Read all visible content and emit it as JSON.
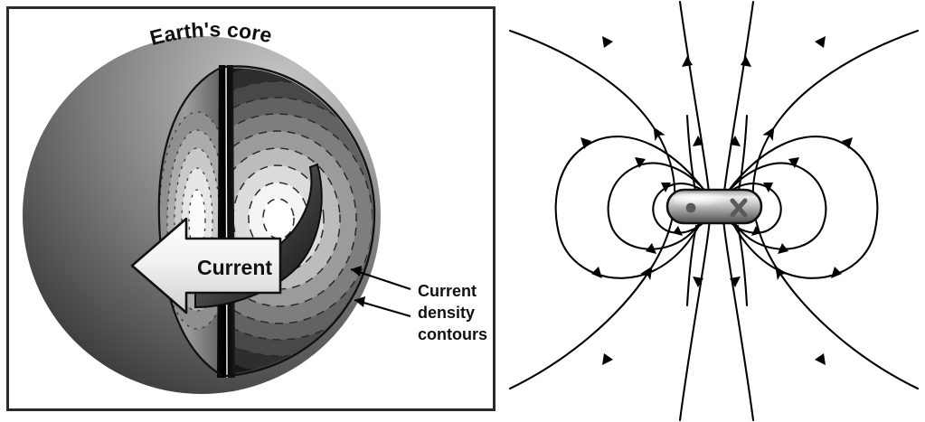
{
  "figure": {
    "panels": [
      {
        "id": "earth-core-current",
        "position": "left",
        "title": "Earth's core",
        "labels": [
          {
            "id": "current-arrow-label",
            "text": "Current"
          },
          {
            "id": "contour-callout",
            "lines": [
              "Current",
              "density",
              "contours"
            ],
            "text": "Current density contours"
          }
        ],
        "callout_line_count": 2
      },
      {
        "id": "dipole-field",
        "position": "right",
        "magnet": {
          "shape": "capsule",
          "left_symbol": "dot",
          "right_symbol": "cross",
          "left_symbol_meaning": "current out of page",
          "right_symbol_meaning": "current into page"
        },
        "field_line_count": 10,
        "arrowheads_per_line": 2
      }
    ]
  },
  "chart_data": {
    "type": "contour",
    "title": "Earth's core",
    "annotations": [
      "Earth's core",
      "Current",
      "Current density contours"
    ],
    "contour_label": "Current density contours",
    "contour_levels": 9,
    "contour_shading": [
      "#1a1a1a",
      "#3a3a3a",
      "#555555",
      "#6e6e6e",
      "#8a8a8a",
      "#a6a6a6",
      "#c2c2c2",
      "#dcdcdc",
      "#f2f2f2",
      "#ffffff"
    ],
    "contour_line_style": "dashed",
    "current_direction": "left",
    "dipole": {
      "type": "magnetic_dipole_field",
      "magnet_orientation": "horizontal",
      "field_lines": 10,
      "symmetry": "axial",
      "polarity_markers": [
        "dot",
        "cross"
      ]
    }
  },
  "colors": {
    "frame": "#2b2b2e",
    "ink": "#111111",
    "sphere_light": "#e8e8e8",
    "sphere_dark": "#2e2e2e",
    "magnet_light": "#f0f0f0",
    "magnet_dark": "#4a4a4a",
    "field_line": "#000000"
  }
}
